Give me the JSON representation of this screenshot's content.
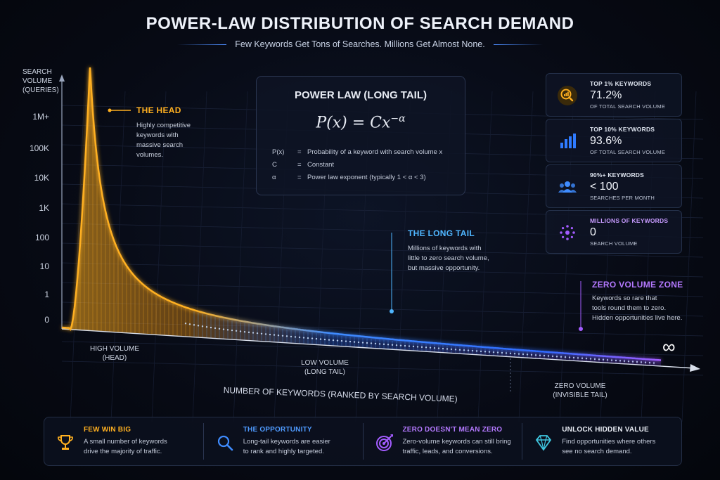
{
  "title": "POWER-LAW DISTRIBUTION OF SEARCH DEMAND",
  "subtitle": "Few Keywords Get Tons of Searches. Millions Get Almost None.",
  "colors": {
    "head": "#ffb020",
    "tail": "#3f8cff",
    "zero": "#a35cff",
    "accent_blue": "#2f7bff"
  },
  "chart_data": {
    "type": "area",
    "ylabel": [
      "SEARCH",
      "VOLUME",
      "(QUERIES)"
    ],
    "yticks": [
      "1M+",
      "100K",
      "10K",
      "1K",
      "100",
      "10",
      "1",
      "0"
    ],
    "xlabel": "NUMBER OF KEYWORDS (RANKED BY SEARCH VOLUME)",
    "x_regions": [
      {
        "label": [
          "HIGH VOLUME",
          "(HEAD)"
        ]
      },
      {
        "label": [
          "LOW VOLUME",
          "(LONG TAIL)"
        ]
      },
      {
        "label": [
          "ZERO VOLUME",
          "(INVISIBLE TAIL)"
        ]
      }
    ],
    "x_end_symbol": "∞",
    "curve": "power law (long tail)",
    "grid": true
  },
  "annotations": {
    "head": {
      "title": "THE HEAD",
      "text": [
        "Highly competitive",
        "keywords with",
        "massive search",
        "volumes."
      ]
    },
    "long_tail": {
      "title": "THE LONG TAIL",
      "text": [
        "Millions of keywords with",
        "little to zero search volume,",
        "but massive opportunity."
      ]
    },
    "zero_zone": {
      "title": "ZERO VOLUME ZONE",
      "text": [
        "Keywords so rare that",
        "tools round them to zero.",
        "Hidden opportunities live here."
      ]
    }
  },
  "formula": {
    "title": "POWER LAW (LONG TAIL)",
    "expr_lhs": "P(x) = Cx",
    "expr_exp": "−α",
    "defs": [
      {
        "sym": "P(x)",
        "eq": "=",
        "desc": "Probability of a keyword with search volume x"
      },
      {
        "sym": "C",
        "eq": "=",
        "desc": "Constant"
      },
      {
        "sym": "α",
        "eq": "=",
        "desc": "Power law exponent (typically 1 < α < 3)"
      }
    ]
  },
  "stats": [
    {
      "icon": "magnifier-chart-icon",
      "label": "TOP 1% KEYWORDS",
      "value": "71.2%",
      "sub": "OF TOTAL SEARCH VOLUME",
      "color": "#ffb020"
    },
    {
      "icon": "bar-chart-icon",
      "label": "TOP 10% KEYWORDS",
      "value": "93.6%",
      "sub": "OF TOTAL SEARCH VOLUME",
      "color": "#2f7bff"
    },
    {
      "icon": "users-icon",
      "label": "90%+ KEYWORDS",
      "value": "< 100",
      "sub": "SEARCHES PER MONTH",
      "color": "#3f8cff"
    },
    {
      "icon": "dot-ring-icon",
      "label": "MILLIONS OF KEYWORDS",
      "value": "0",
      "sub": "SEARCH VOLUME",
      "color": "#a35cff"
    }
  ],
  "footer": [
    {
      "icon": "trophy-icon",
      "title": "FEW WIN BIG",
      "text": [
        "A small number of keywords",
        "drive the majority of traffic."
      ],
      "color": "#ffb020"
    },
    {
      "icon": "search-icon",
      "title": "THE OPPORTUNITY",
      "text": [
        "Long-tail keywords are easier",
        "to rank and highly targeted."
      ],
      "color": "#3f8cff"
    },
    {
      "icon": "target-icon",
      "title": "ZERO DOESN'T MEAN ZERO",
      "text": [
        "Zero-volume keywords can still bring",
        "traffic, leads, and conversions."
      ],
      "color": "#a35cff"
    },
    {
      "icon": "diamond-icon",
      "title": "UNLOCK HIDDEN VALUE",
      "text": [
        "Find opportunities where others",
        "see no search demand."
      ],
      "color": "#3fc7e0"
    }
  ]
}
